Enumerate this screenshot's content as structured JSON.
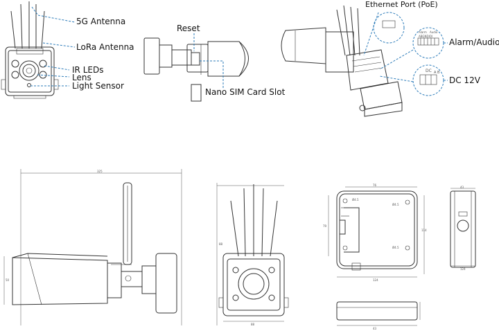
{
  "callouts": {
    "antenna_5g": "5G Antenna",
    "lora_antenna": "LoRa Antenna",
    "ir_leds": "IR LEDs",
    "lens": "Lens",
    "light_sensor": "Light Sensor",
    "reset": "Reset",
    "nano_sim": "Nano SIM Card Slot",
    "ethernet_port": "Ethernet Port (PoE)",
    "alarm_audio": "Alarm/Audio",
    "dc_12v": "DC 12V"
  },
  "connector_labels": {
    "alarm": "Alarm",
    "audio": "Audio",
    "pins": "ABGNDIOI",
    "dc": "DC",
    "ab": "A B"
  },
  "dimensions": {
    "side_length": "325",
    "side_height": "50",
    "front_height": "88",
    "front_width": "88",
    "box_top": "76",
    "box_hole_tl": "Ø4.5",
    "box_hole_tr": "Ø4.5",
    "box_hole_br": "Ø4.5",
    "box_left": "79",
    "box_right": "114",
    "box_bottom": "124",
    "profile_bottom": "43",
    "base_height": "43",
    "base_bottom": "124"
  }
}
